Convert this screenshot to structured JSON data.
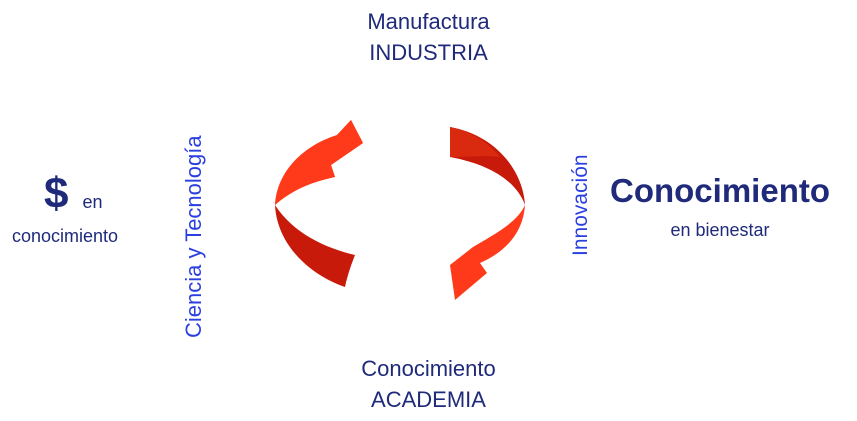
{
  "top": {
    "line1": "Manufactura",
    "line2": "INDUSTRIA"
  },
  "bottom": {
    "line1": "Conocimiento",
    "line2": "ACADEMIA"
  },
  "left": {
    "symbol": "$",
    "word1": "en",
    "word2": "conocimiento"
  },
  "left_vertical": "Ciencia y Tecnología",
  "right_vertical": "Innovación",
  "right": {
    "title": "Conocimiento",
    "subtitle": "en bienestar"
  },
  "colors": {
    "navy": "#1f2a7a",
    "blue": "#2b3fe0",
    "arrow_light": "#ff3a1a",
    "arrow_dark": "#c81a0a"
  },
  "icons": [
    "cycle-arrow-left-icon",
    "cycle-arrow-right-icon"
  ]
}
